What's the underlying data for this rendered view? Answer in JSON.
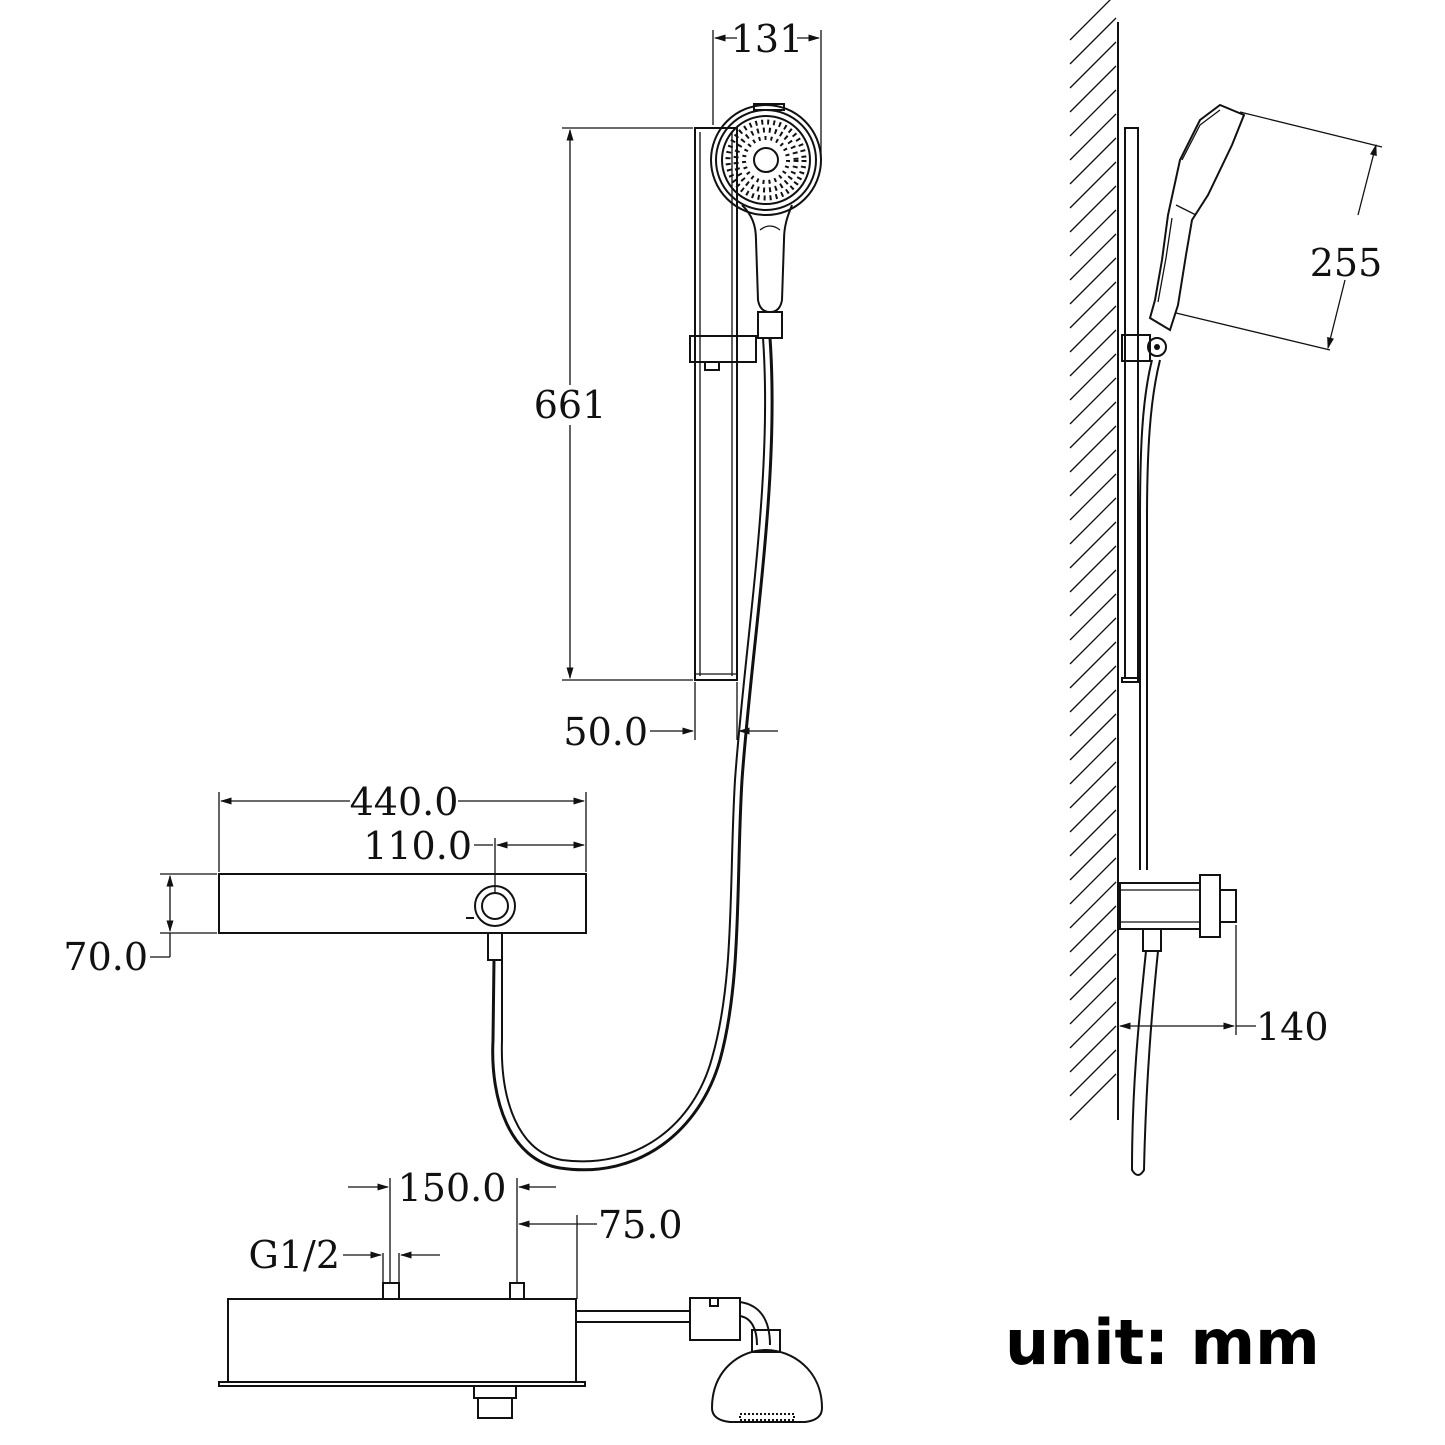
{
  "dimensions": {
    "head_width": "131",
    "rail_length": "661",
    "rail_offset": "50.0",
    "panel_length": "440.0",
    "knob_offset": "110.0",
    "panel_height": "70.0",
    "hand_shower_length": "255",
    "wall_projection": "140",
    "inlet_spacing": "150.0",
    "outlet_offset": "75.0",
    "thread": "G1/2"
  },
  "unit_label": "unit: mm",
  "colors": {
    "line": "#111111",
    "background": "#ffffff"
  }
}
